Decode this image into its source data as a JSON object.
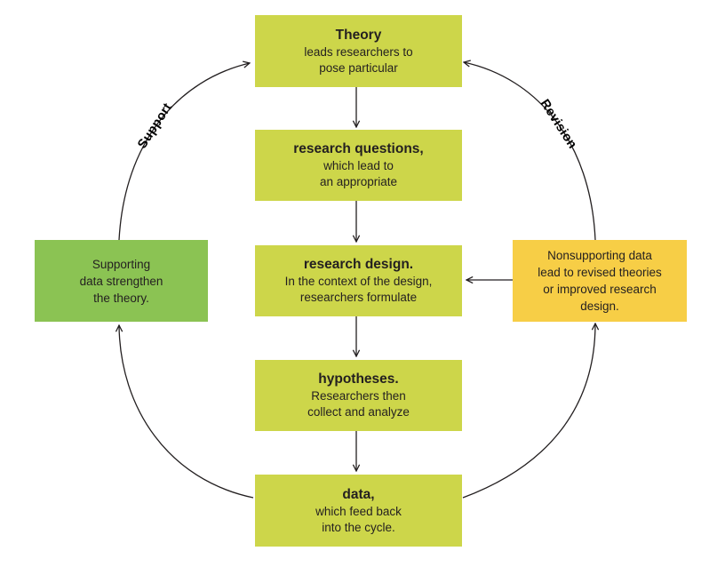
{
  "stages": [
    {
      "title": "Theory",
      "lines": [
        "leads researchers to",
        "pose particular"
      ]
    },
    {
      "title": "research questions,",
      "lines": [
        "which lead to",
        "an appropriate"
      ]
    },
    {
      "title": "research design.",
      "lines": [
        "In the context of the design,",
        "researchers formulate"
      ]
    },
    {
      "title": "hypotheses.",
      "lines": [
        "Researchers then",
        "collect and analyze"
      ]
    },
    {
      "title": "data,",
      "lines": [
        "which feed back",
        "into the cycle."
      ]
    }
  ],
  "support": {
    "label": "Support",
    "lines": [
      "Supporting",
      "data strengthen",
      "the theory."
    ],
    "color": "#8bc353"
  },
  "revision": {
    "label": "Revision",
    "lines": [
      "Nonsupporting data",
      "lead to revised theories",
      "or improved research",
      "design."
    ],
    "color": "#f7ce46"
  },
  "colors": {
    "stage": "#cdd64a",
    "stroke": "#231f20"
  }
}
